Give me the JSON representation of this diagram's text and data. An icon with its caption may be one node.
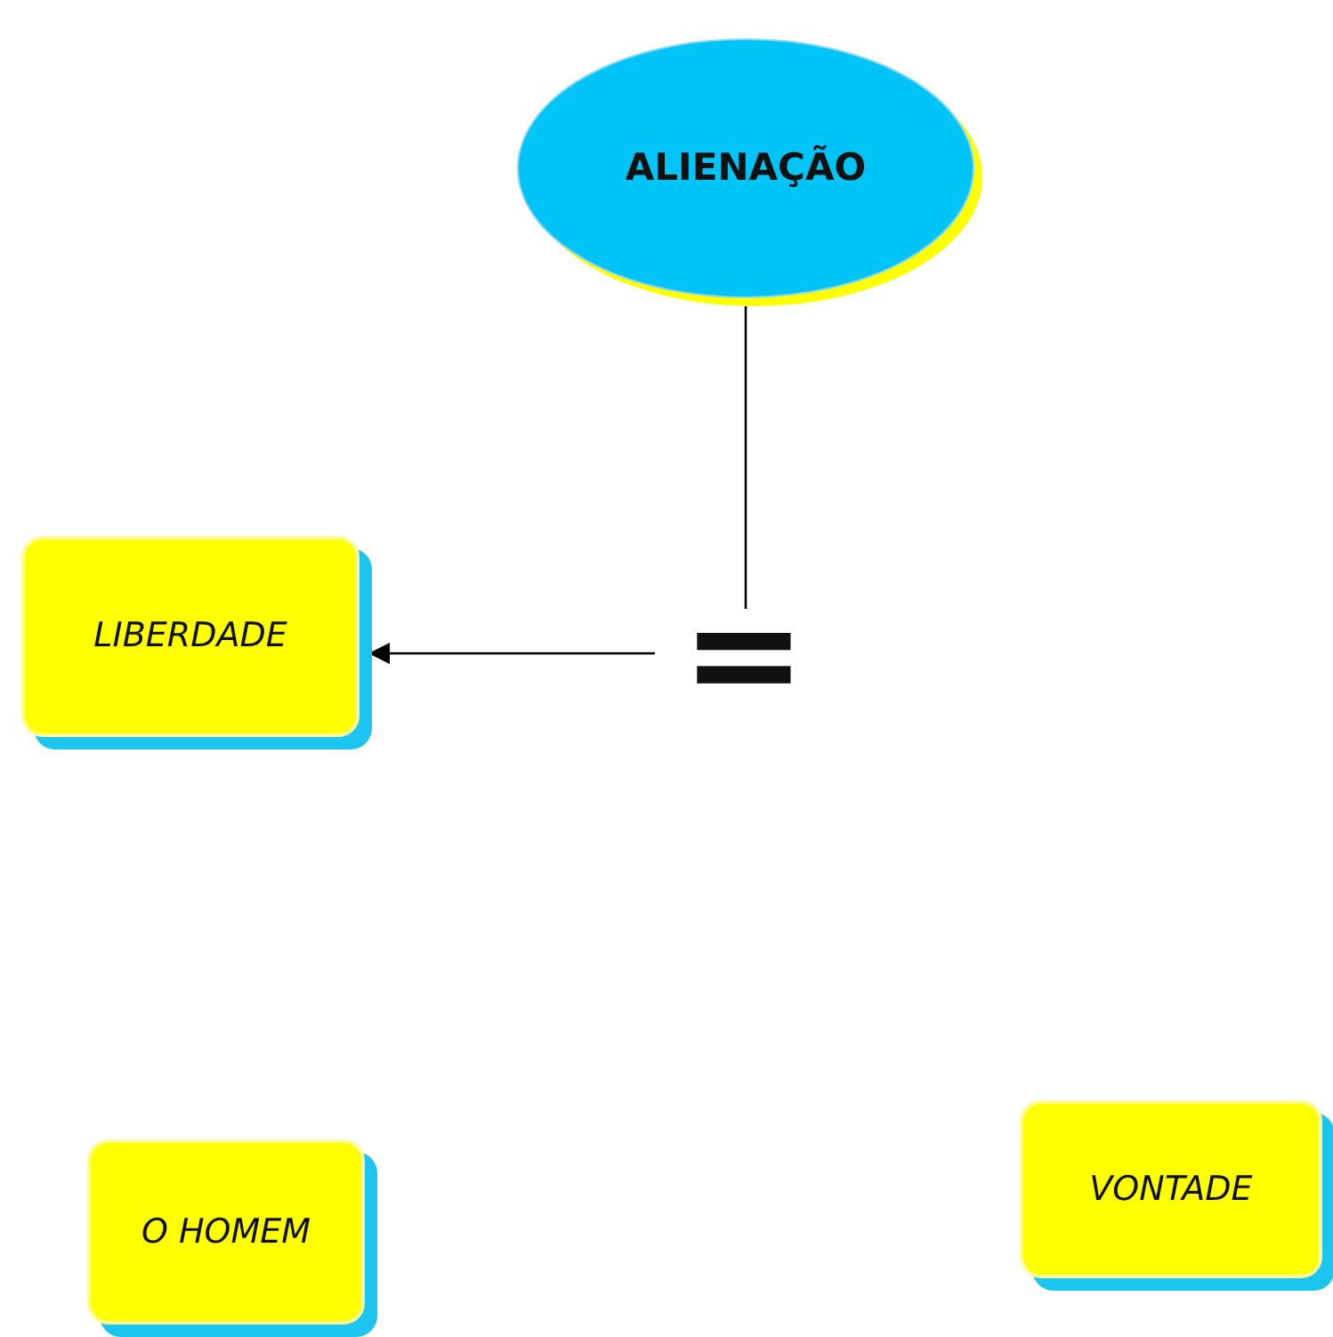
{
  "diagram": {
    "nodes": [
      {
        "text": [
          "ALIENAÇÃO"
        ]
      },
      {
        "text": [
          "="
        ]
      },
      {
        "text": [
          "LIBERDADE"
        ]
      },
      {
        "text": [
          "O HOMEM"
        ]
      },
      {
        "text": [
          "VONTADE"
        ]
      }
    ],
    "edges": [
      {
        "from": 0,
        "to": 1,
        "arrow": "none"
      },
      {
        "from": 1,
        "to": 2,
        "arrow": "to"
      }
    ]
  }
}
